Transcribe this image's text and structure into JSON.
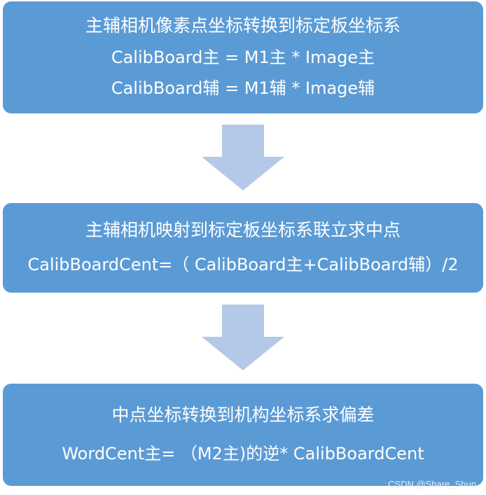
{
  "steps": [
    {
      "title": "主辅相机像素点坐标转换到标定板坐标系",
      "formulas": [
        "CalibBoard主 = M1主 * Image主",
        "CalibBoard辅 = M1辅 * Image辅"
      ]
    },
    {
      "title": "主辅相机映射到标定板坐标系联立求中点",
      "formulas": [
        "CalibBoardCent=（ CalibBoard主+CalibBoard辅）/2"
      ]
    },
    {
      "title": "中点坐标转换到机构坐标系求偏差",
      "formulas": [
        "WordCent主=  （M2主)的逆* CalibBoardCent"
      ]
    }
  ],
  "watermark": "CSDN @Share_Shun",
  "colors": {
    "box_fill": "#5b9bd5",
    "arrow_fill": "#b4c9e8",
    "text": "#ffffff"
  },
  "icons": {
    "arrow": "down-arrow-icon"
  }
}
